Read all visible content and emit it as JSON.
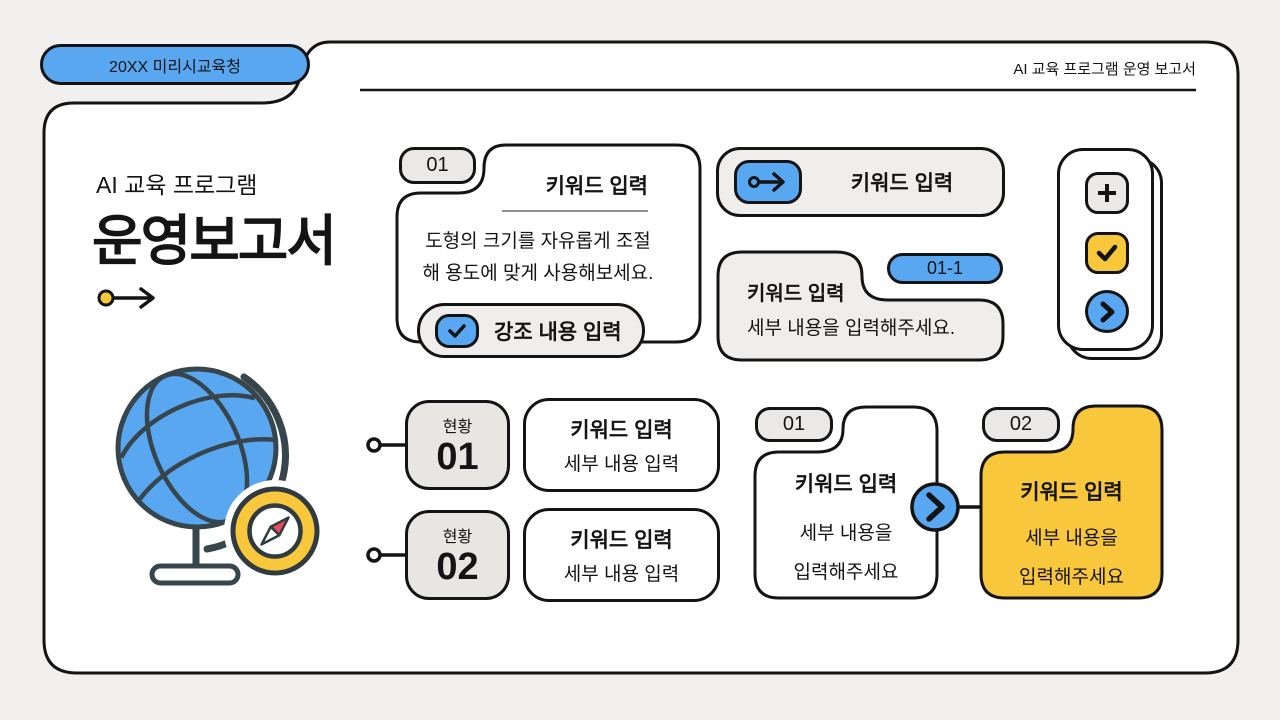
{
  "colors": {
    "background": "#f1f0ee",
    "panel": "#ffffff",
    "outline": "#141414",
    "blue": "#58a7f0",
    "yellow": "#f8c73c",
    "gray_fill": "#efeeec",
    "badge_fill": "#ebe9e7",
    "status_badge_fill": "#e8e6e3",
    "divider": "#909090",
    "globe_ink": "#37454c",
    "compass_red": "#ee4b56"
  },
  "header": {
    "authority_badge": "20XX 미리시교육청",
    "report_title": "AI 교육 프로그램 운영 보고서"
  },
  "hero": {
    "eyebrow": "AI 교육 프로그램",
    "title": "운영보고서"
  },
  "step_card": {
    "badge": "01",
    "title": "키워드 입력",
    "body_line1": "도형의 크기를 자유롭게 조절",
    "body_line2": "해 용도에 맞게 사용해보세요.",
    "highlight_label": "강조 내용 입력"
  },
  "keyword_chip": {
    "label": "키워드 입력"
  },
  "sub_card": {
    "badge": "01-1",
    "title": "키워드 입력",
    "body": "세부 내용을 입력해주세요."
  },
  "status_rows": [
    {
      "label": "현황",
      "number": "01",
      "title": "키워드 입력",
      "body": "세부 내용 입력"
    },
    {
      "label": "현황",
      "number": "02",
      "title": "키워드 입력",
      "body": "세부 내용 입력"
    }
  ],
  "flow_cards": [
    {
      "badge": "01",
      "title": "키워드 입력",
      "body_line1": "세부 내용을",
      "body_line2": "입력해주세요"
    },
    {
      "badge": "02",
      "title": "키워드 입력",
      "body_line1": "세부 내용을",
      "body_line2": "입력해주세요"
    }
  ]
}
